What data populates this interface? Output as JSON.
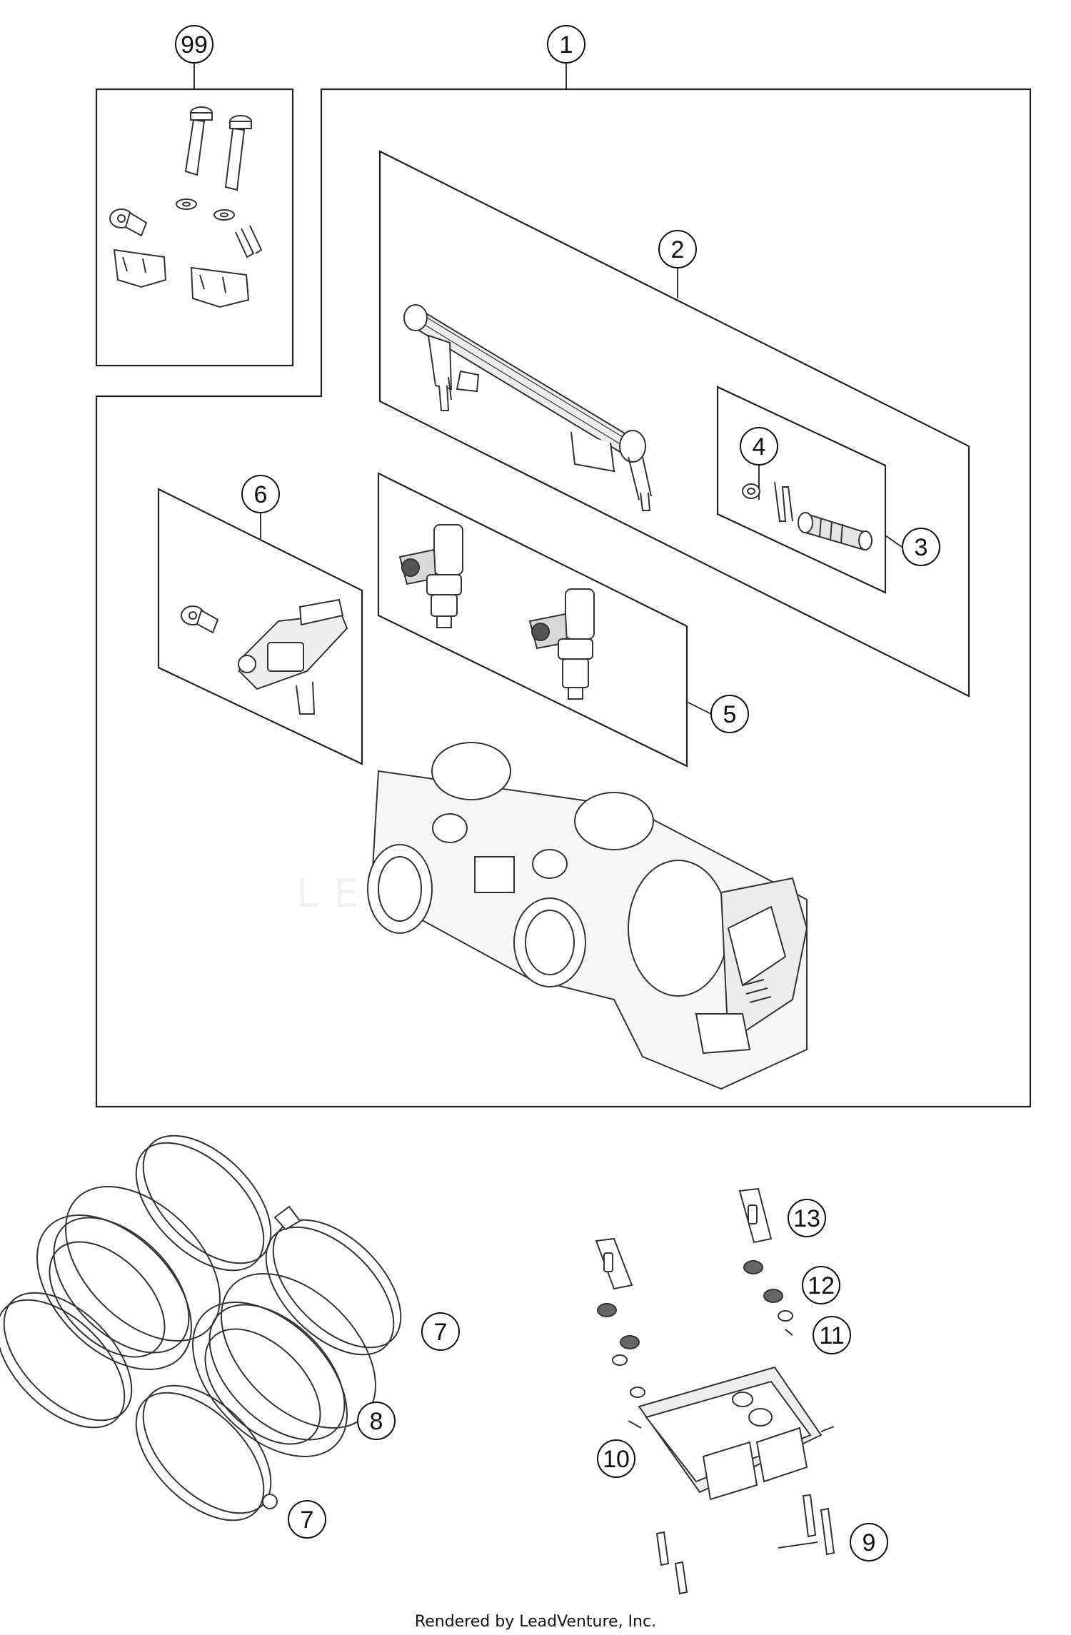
{
  "callouts": {
    "c99": "99",
    "c1": "1",
    "c2": "2",
    "c3": "3",
    "c4": "4",
    "c5": "5",
    "c6": "6",
    "c7a": "7",
    "c7b": "7",
    "c8": "8",
    "c9": "9",
    "c10": "10",
    "c11": "11",
    "c12": "12",
    "c13": "13"
  },
  "watermark": "LEADVENTURE",
  "footer": "Rendered by LeadVenture, Inc."
}
